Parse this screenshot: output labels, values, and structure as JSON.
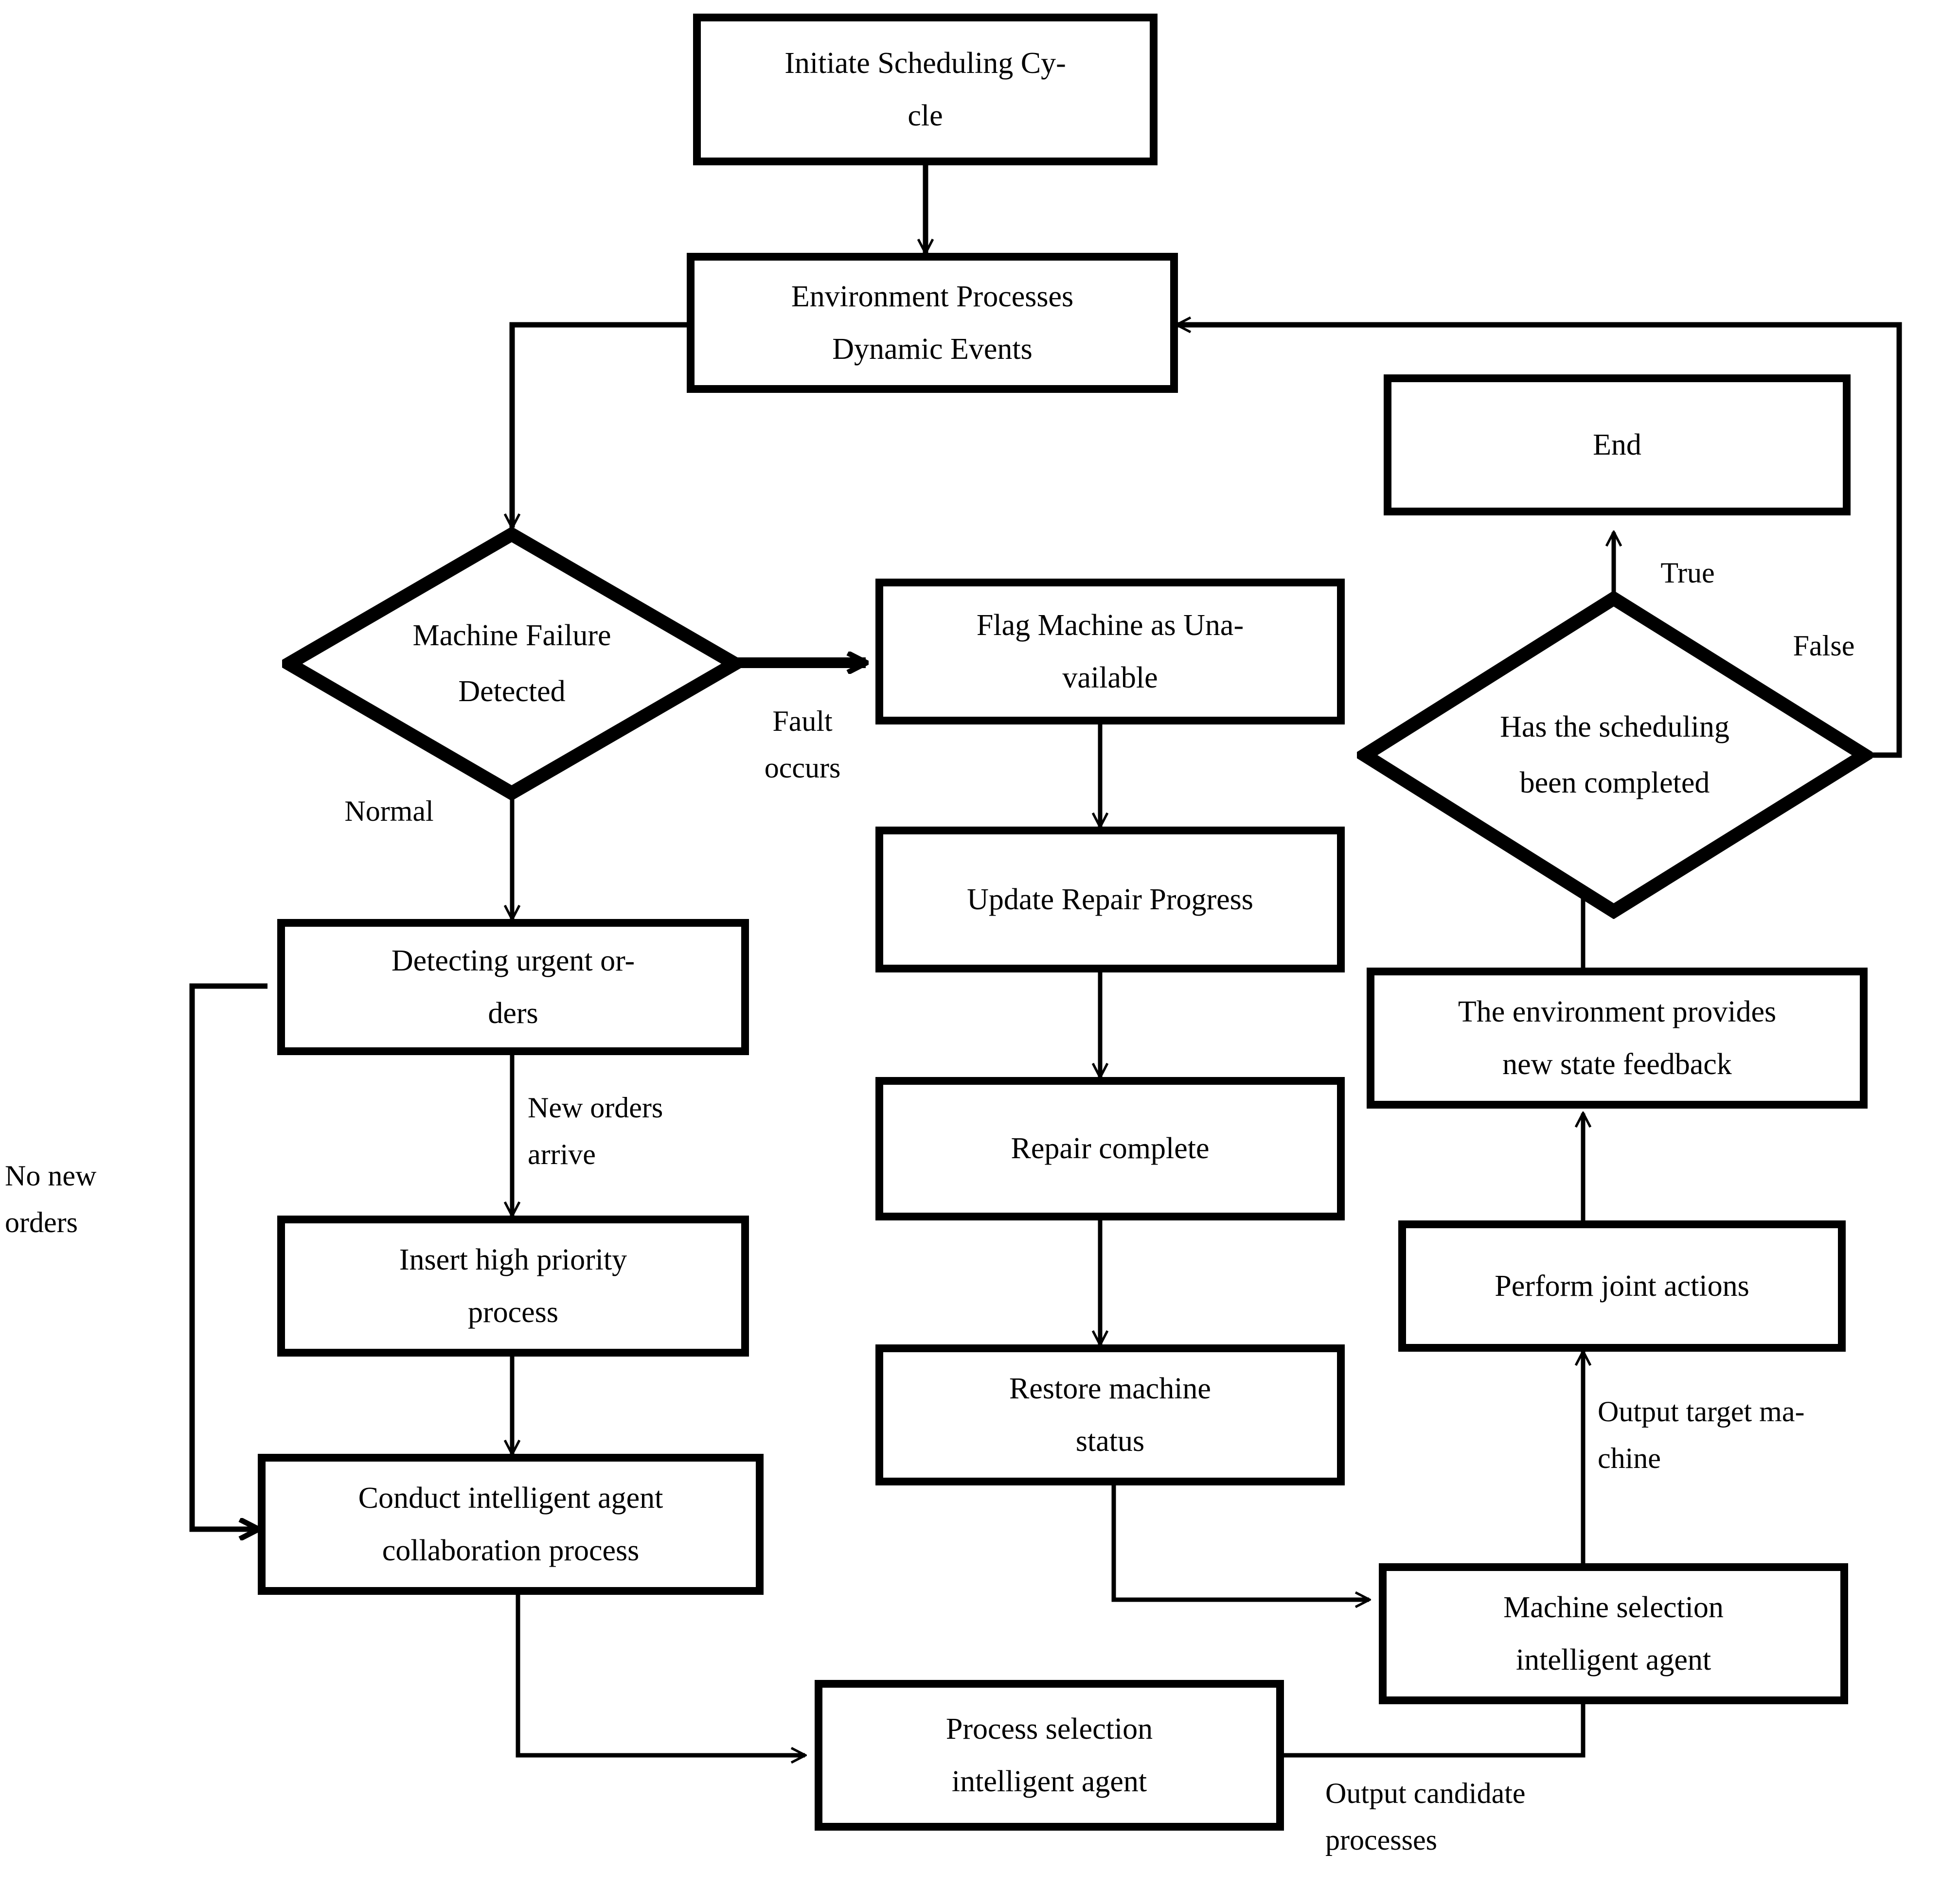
{
  "diagram": {
    "title": "Dynamic Scheduling Cycle Flowchart",
    "colors": {
      "stroke": "#000000",
      "fill": "#ffffff",
      "text": "#000000"
    },
    "nodes": [
      {
        "id": "initiate",
        "shape": "process",
        "label": "Initiate Scheduling Cy-\ncle"
      },
      {
        "id": "environment",
        "shape": "process",
        "label": "Environment Processes\nDynamic Events"
      },
      {
        "id": "end",
        "shape": "process",
        "label": "End"
      },
      {
        "id": "machine_fail",
        "shape": "decision",
        "label": "Machine Failure\nDetected"
      },
      {
        "id": "flag_machine",
        "shape": "process",
        "label": "Flag Machine as Una-\nvailable"
      },
      {
        "id": "sched_done",
        "shape": "decision",
        "label": "Has the scheduling\nbeen completed"
      },
      {
        "id": "detect_urgent",
        "shape": "process",
        "label": "Detecting urgent or-\nders"
      },
      {
        "id": "update_repair",
        "shape": "process",
        "label": "Update Repair Progress"
      },
      {
        "id": "env_feedback",
        "shape": "process",
        "label": "The environment provides\nnew state feedback"
      },
      {
        "id": "insert_high",
        "shape": "process",
        "label": "Insert high priority\nprocess"
      },
      {
        "id": "repair_done",
        "shape": "process",
        "label": "Repair complete"
      },
      {
        "id": "joint_actions",
        "shape": "process",
        "label": "Perform joint actions"
      },
      {
        "id": "conduct_agent",
        "shape": "process",
        "label": "Conduct intelligent agent\ncollaboration process"
      },
      {
        "id": "restore_status",
        "shape": "process",
        "label": "Restore machine\nstatus"
      },
      {
        "id": "machine_agent",
        "shape": "process",
        "label": "Machine selection\nintelligent agent"
      },
      {
        "id": "process_agent",
        "shape": "process",
        "label": "Process selection\nintelligent agent"
      }
    ],
    "edge_labels": [
      {
        "id": "fault_occurs",
        "text": "Fault\noccurs"
      },
      {
        "id": "normal",
        "text": "Normal"
      },
      {
        "id": "true",
        "text": "True"
      },
      {
        "id": "false",
        "text": "False"
      },
      {
        "id": "new_orders",
        "text": "New orders\narrive"
      },
      {
        "id": "no_new_orders",
        "text": "No new\norders"
      },
      {
        "id": "output_target",
        "text": "Output target ma-\nchine"
      },
      {
        "id": "output_candidate",
        "text": "Output candidate\nprocesses"
      }
    ],
    "edges": [
      {
        "from": "initiate",
        "to": "environment",
        "label": ""
      },
      {
        "from": "environment",
        "to": "machine_fail",
        "label": ""
      },
      {
        "from": "machine_fail",
        "to": "flag_machine",
        "label": "Fault occurs"
      },
      {
        "from": "machine_fail",
        "to": "detect_urgent",
        "label": "Normal"
      },
      {
        "from": "flag_machine",
        "to": "update_repair",
        "label": ""
      },
      {
        "from": "update_repair",
        "to": "repair_done",
        "label": ""
      },
      {
        "from": "repair_done",
        "to": "restore_status",
        "label": ""
      },
      {
        "from": "restore_status",
        "to": "machine_agent",
        "label": ""
      },
      {
        "from": "detect_urgent",
        "to": "insert_high",
        "label": "New orders arrive"
      },
      {
        "from": "detect_urgent",
        "to": "conduct_agent",
        "label": "No new orders"
      },
      {
        "from": "insert_high",
        "to": "conduct_agent",
        "label": ""
      },
      {
        "from": "conduct_agent",
        "to": "process_agent",
        "label": ""
      },
      {
        "from": "process_agent",
        "to": "machine_agent",
        "label": "Output candidate processes"
      },
      {
        "from": "machine_agent",
        "to": "joint_actions",
        "label": "Output target machine"
      },
      {
        "from": "joint_actions",
        "to": "env_feedback",
        "label": ""
      },
      {
        "from": "env_feedback",
        "to": "sched_done",
        "label": ""
      },
      {
        "from": "sched_done",
        "to": "end",
        "label": "True"
      },
      {
        "from": "sched_done",
        "to": "environment",
        "label": "False"
      }
    ]
  }
}
